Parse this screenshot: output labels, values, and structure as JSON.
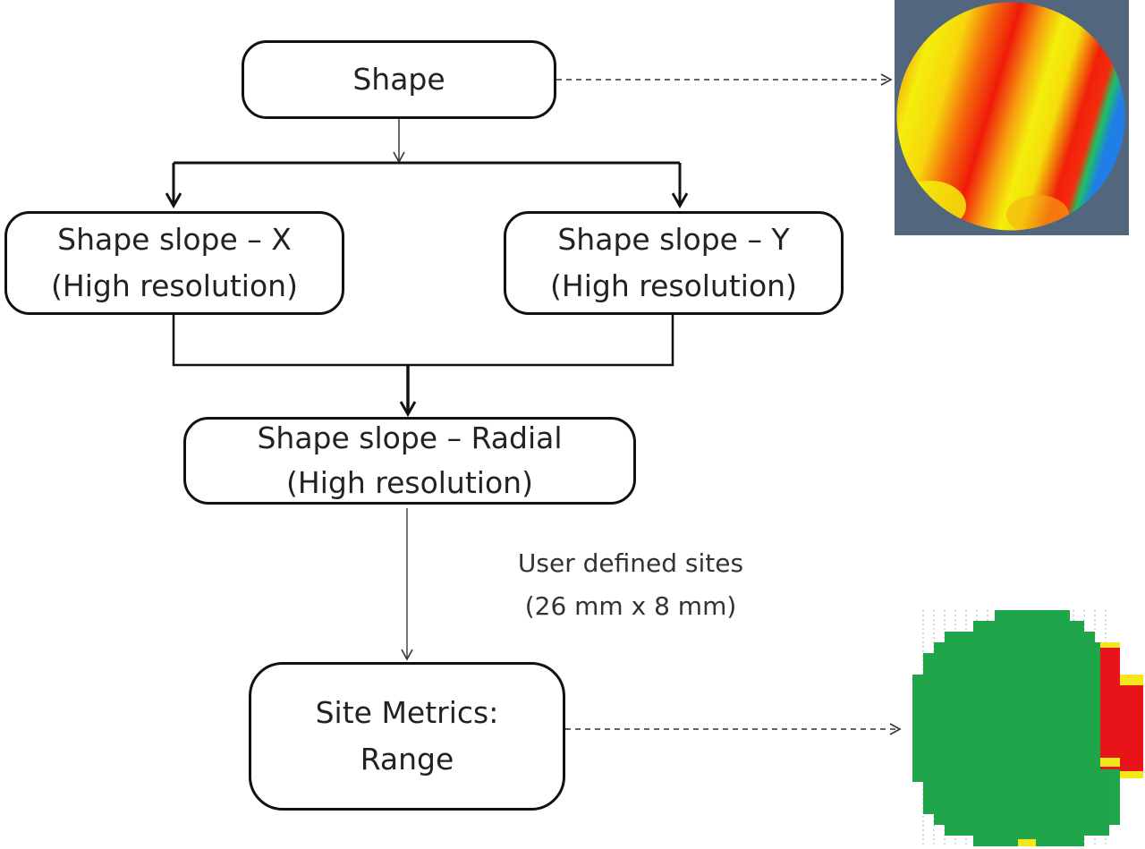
{
  "nodes": {
    "shape": {
      "line1": "Shape"
    },
    "slope_x": {
      "line1": "Shape slope – X",
      "line2": "(High resolution)"
    },
    "slope_y": {
      "line1": "Shape slope – Y",
      "line2": "(High resolution)"
    },
    "slope_radial": {
      "line1": "Shape slope – Radial",
      "line2": "(High resolution)"
    },
    "site_metrics": {
      "line1": "Site Metrics:",
      "line2": "Range"
    }
  },
  "edge_label": {
    "line1": "User defined sites",
    "line2": "(26 mm x 8 mm)"
  },
  "colors": {
    "wafer_background": "#52677e",
    "site_green": "#1fa64a",
    "site_red": "#e8141a",
    "site_yellow": "#f5e81a",
    "shape_yellow": "#f4ee0a",
    "shape_red": "#f01a0a",
    "shape_orange": "#f79a10",
    "shape_blue": "#1f7fe6"
  }
}
